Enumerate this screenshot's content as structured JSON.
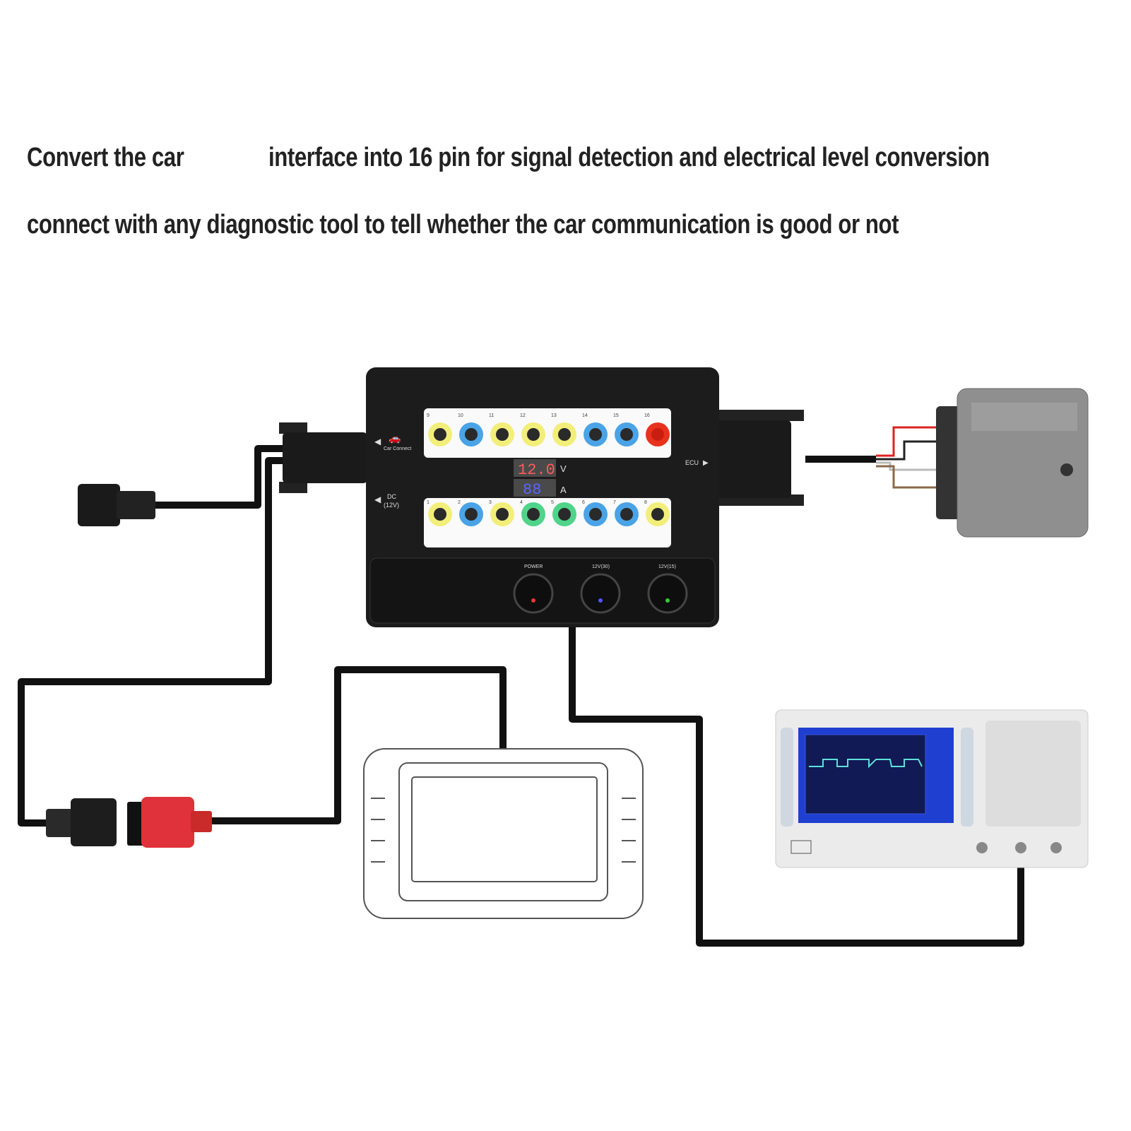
{
  "headline": {
    "line1_part1": "Convert the car",
    "line1_part2": "interface into 16 pin for signal detection and electrical level conversion",
    "line2": "connect with any diagnostic tool to tell whether the car communication is good or not"
  },
  "breakout_box": {
    "car_connect_label": "Car Connect",
    "dc_label_1": "DC",
    "dc_label_2": "(12V)",
    "ecu_label": "ECU",
    "voltage_reading": "12.0",
    "voltage_unit": "V",
    "current_reading": "88",
    "current_unit": "A",
    "top_pins": [
      "9",
      "10",
      "11",
      "12",
      "13",
      "14",
      "15",
      "16"
    ],
    "bottom_pins": [
      "1",
      "2",
      "3",
      "4",
      "5",
      "6",
      "7",
      "8"
    ],
    "switches": [
      "POWER",
      "12V(30)",
      "12V(15)"
    ]
  },
  "colors": {
    "yellow_jack": "#f2ee7a",
    "blue_jack": "#4aa3e6",
    "green_jack": "#4fd48a",
    "red_jack": "#e8321e",
    "box": "#1c1c1c",
    "scope_screen": "#1f3fd0"
  }
}
